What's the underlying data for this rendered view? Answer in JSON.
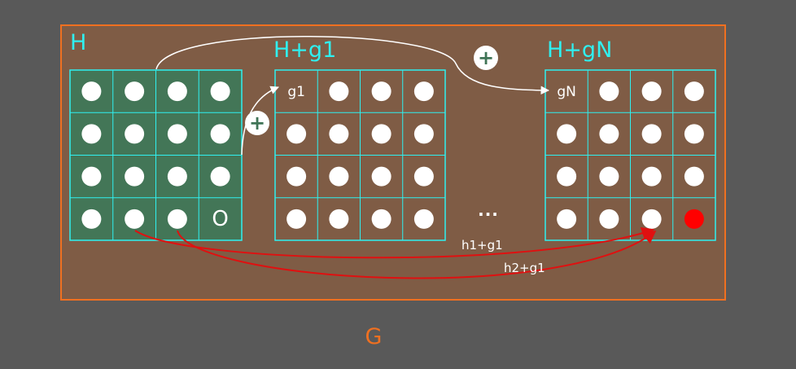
{
  "colors": {
    "background": "#595959",
    "group_fill": "#7f5c45",
    "group_border": "#f07020",
    "subgroup_fill": "#437657",
    "grid_line": "#2ff0f0",
    "label_color": "#2ff0f0",
    "node": "#ffffff",
    "highlight_node": "#ff0000",
    "arrow_red": "#e01010",
    "arrow_white": "#ffffff"
  },
  "group_label": "G",
  "panels": [
    {
      "label": "H",
      "cells": [
        [
          "dot",
          "dot",
          "dot",
          "dot"
        ],
        [
          "dot",
          "dot",
          "dot",
          "dot"
        ],
        [
          "dot",
          "dot",
          "dot",
          "dot"
        ],
        [
          "dot",
          "dot",
          "dot",
          "O"
        ]
      ]
    },
    {
      "label": "H+g1",
      "cells": [
        [
          "g1",
          "dot",
          "dot",
          "dot"
        ],
        [
          "dot",
          "dot",
          "dot",
          "dot"
        ],
        [
          "dot",
          "dot",
          "dot",
          "dot"
        ],
        [
          "dot",
          "dot",
          "dot",
          "dot"
        ]
      ]
    },
    {
      "label": "H+gN",
      "cells": [
        [
          "gN",
          "dot",
          "dot",
          "dot"
        ],
        [
          "dot",
          "dot",
          "dot",
          "dot"
        ],
        [
          "dot",
          "dot",
          "dot",
          "dot"
        ],
        [
          "dot",
          "dot",
          "dot",
          "red"
        ]
      ]
    }
  ],
  "plus_symbols": [
    "+",
    "+"
  ],
  "ellipsis": "...",
  "arrow_labels": [
    "h1+g1",
    "h2+g1"
  ]
}
